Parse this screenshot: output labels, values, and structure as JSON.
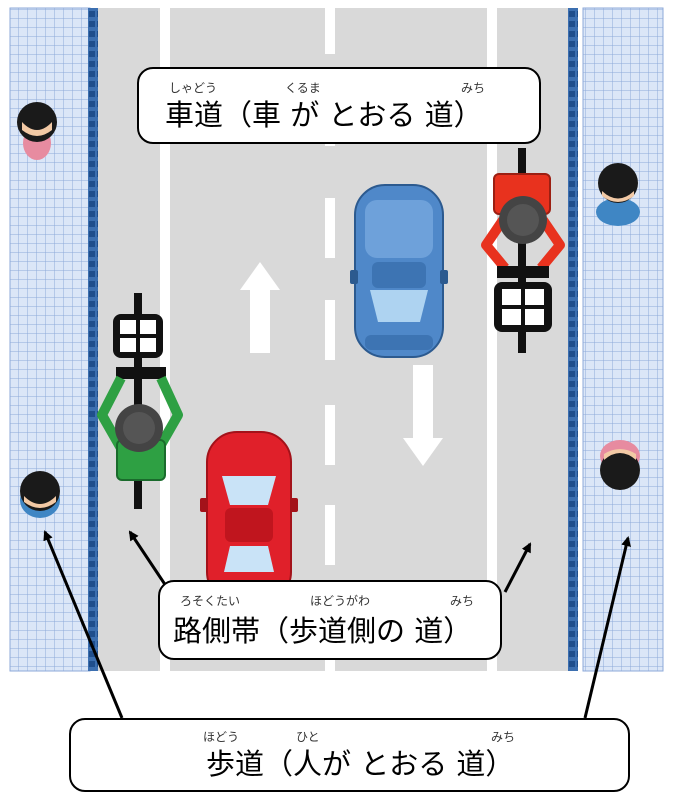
{
  "labels": {
    "roadway": {
      "ruby_shadou": "しゃどう",
      "ruby_kuruma": "くるま",
      "ruby_michi": "みち",
      "text": "車道（車 が とおる 道）"
    },
    "shoulder": {
      "ruby_rosokutai": "ろそくたい",
      "ruby_hodougawa": "ほどうがわ",
      "ruby_michi": "みち",
      "text": "路側帯（歩道側の 道）"
    },
    "sidewalk": {
      "ruby_hodou": "ほどう",
      "ruby_hito": "ひと",
      "ruby_michi": "みち",
      "text": "歩道（人が とおる 道）"
    }
  },
  "colors": {
    "sidewalk_fill": "#dbe6f7",
    "sidewalk_grid": "#8ea9d8",
    "curb": "#1f4e8c",
    "road": "#d9d9d9",
    "lane_line": "#ffffff",
    "red_car": "#e0202a",
    "blue_car": "#4f88c9",
    "green_rider": "#2ea043",
    "red_rider": "#e8321e"
  },
  "icons": [
    "person-icon",
    "car-icon",
    "bicycle-icon",
    "arrow-up-icon",
    "arrow-down-icon"
  ]
}
